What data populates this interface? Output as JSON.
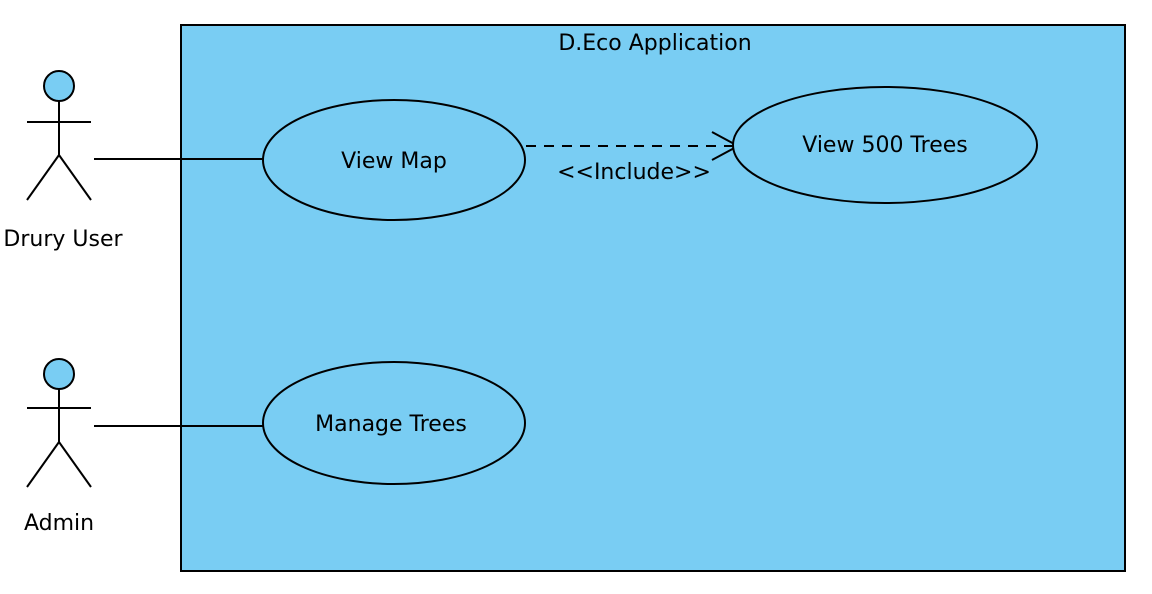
{
  "system": {
    "title": "D.Eco Application",
    "fill_color": "#79CDF3",
    "stroke_color": "#000000"
  },
  "actors": [
    {
      "id": "drury-user",
      "label": "Drury User"
    },
    {
      "id": "admin",
      "label": "Admin"
    }
  ],
  "use_cases": [
    {
      "id": "view-map",
      "label": "View Map"
    },
    {
      "id": "view-500-trees",
      "label": "View 500 Trees"
    },
    {
      "id": "manage-trees",
      "label": "Manage Trees"
    }
  ],
  "relationships": [
    {
      "type": "association",
      "from": "drury-user",
      "to": "view-map"
    },
    {
      "type": "association",
      "from": "admin",
      "to": "manage-trees"
    },
    {
      "type": "include",
      "from": "view-map",
      "to": "view-500-trees",
      "label": "<<Include>>"
    }
  ],
  "colors": {
    "actor_head": "#79CDF3",
    "use_case_fill": "#79CDF3",
    "line": "#000000"
  }
}
